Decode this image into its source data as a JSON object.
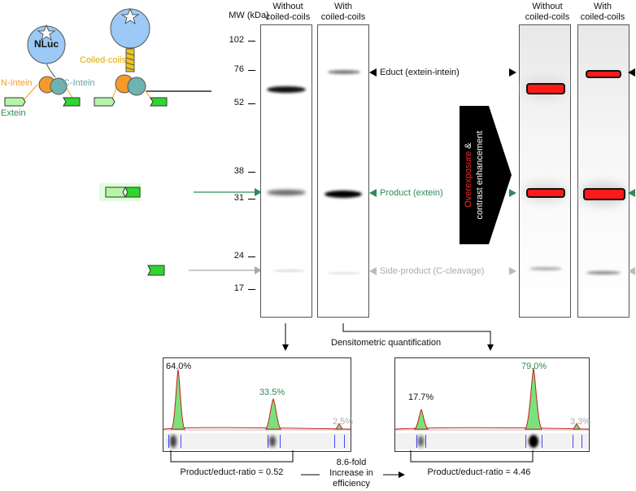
{
  "colors": {
    "nluc": "#9cc9f5",
    "n_intein": "#f39a2a",
    "c_intein": "#6fb3b0",
    "extein": "#3ee03e",
    "coiled": "#f0c419",
    "product": "#2e8b57",
    "side": "#aaaaaa",
    "red": "#ff1a1a"
  },
  "schematic": {
    "nluc_label": "NLuc",
    "coiled_label": "Coiled-coils",
    "n_intein_label": "N-Intein",
    "c_intein_label": "C-Intein",
    "extein_label": "Extein"
  },
  "blot": {
    "mw_header": "MW (kDa)",
    "col_without": "Without\ncoiled-coils",
    "col_with": "With\ncoiled-coils",
    "markers": [
      "102",
      "76",
      "52",
      "38",
      "31",
      "24",
      "17"
    ],
    "educt_label": "Educt (extein-intein)",
    "product_label": "Product (extein)",
    "side_label": "Side-product (C-cleavage)"
  },
  "enhance": {
    "word1": "Overexposure",
    "word2": "&",
    "word3": "contrast enhancement"
  },
  "right_blot": {
    "col_without": "Without\ncoiled-coils",
    "col_with": "With\ncoiled-coils"
  },
  "quant": {
    "title": "Densitometric quantification",
    "left": {
      "educt_pct": "64.0%",
      "product_pct": "33.5%",
      "side_pct": "2.5%",
      "ratio": "Product/educt-ratio = 0.52"
    },
    "right": {
      "educt_pct": "17.7%",
      "product_pct": "79.0%",
      "side_pct": "3.3%",
      "ratio": "Product/educt-ratio = 4.46"
    },
    "fold": "8.6-fold\nIncrease in\nefficiency"
  }
}
